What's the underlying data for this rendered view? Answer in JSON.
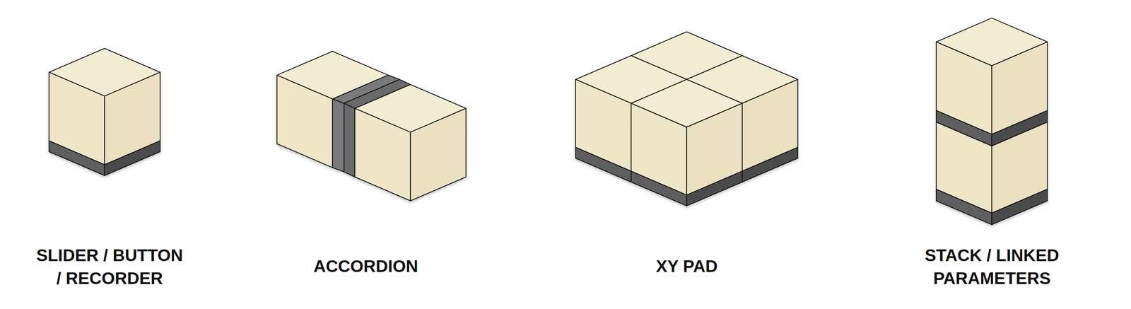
{
  "diagram": {
    "labels": [
      "SLIDER / BUTTON / RECORDER",
      "ACCORDION",
      "XY PAD",
      "STACK / LINKED PARAMETERS"
    ]
  }
}
